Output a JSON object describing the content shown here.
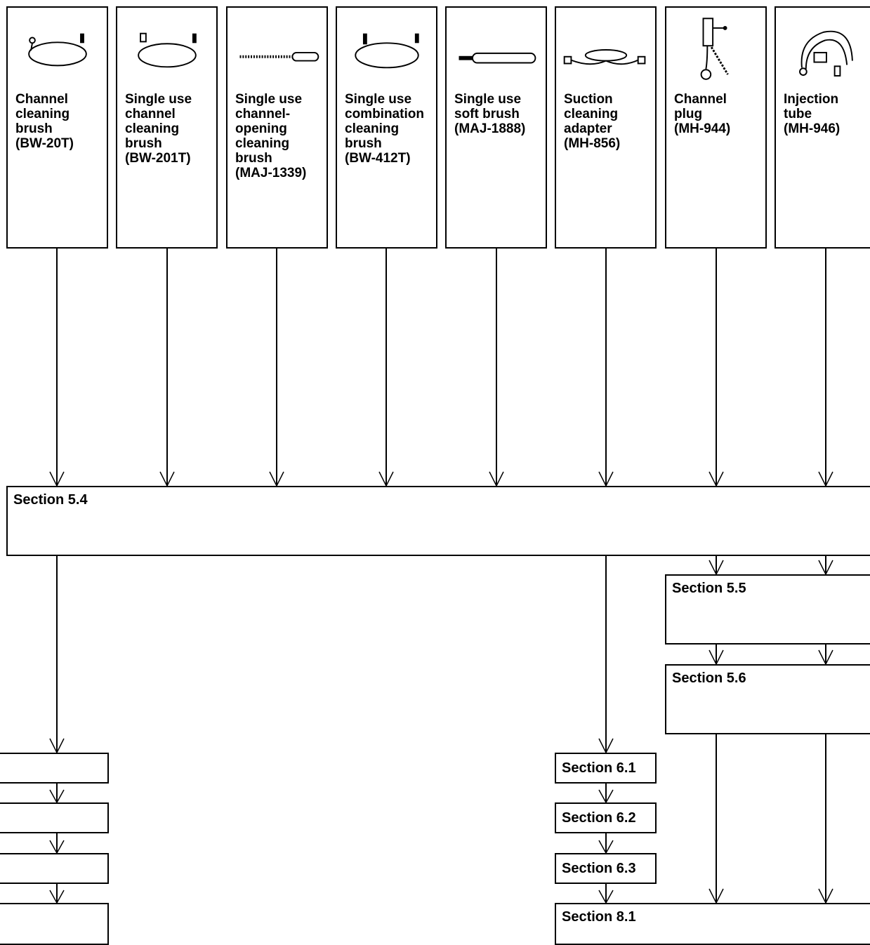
{
  "accessories": [
    {
      "label": "Channel\ncleaning\nbrush\n(BW-20T)",
      "icon": "channel-cleaning-brush-icon"
    },
    {
      "label": "Single use\nchannel\ncleaning\nbrush\n(BW-201T)",
      "icon": "single-use-channel-cleaning-brush-icon"
    },
    {
      "label": "Single use\nchannel-\nopening\ncleaning\nbrush\n(MAJ-1339)",
      "icon": "channel-opening-brush-icon"
    },
    {
      "label": "Single use\ncombination\ncleaning\nbrush\n(BW-412T)",
      "icon": "combination-cleaning-brush-icon"
    },
    {
      "label": "Single use\nsoft brush\n(MAJ-1888)",
      "icon": "soft-brush-icon"
    },
    {
      "label": "Suction\ncleaning\nadapter\n(MH-856)",
      "icon": "suction-cleaning-adapter-icon"
    },
    {
      "label": "Channel\nplug\n(MH-944)",
      "icon": "channel-plug-icon"
    },
    {
      "label": "Injection\ntube\n(MH-946)",
      "icon": "injection-tube-icon"
    }
  ],
  "sections": {
    "s54": "Section 5.4",
    "s55": "Section 5.5",
    "s56": "Section 5.6",
    "s61": "Section 6.1",
    "s62": "Section 6.2",
    "s63": "Section 6.3",
    "s81": "Section 8.1"
  }
}
